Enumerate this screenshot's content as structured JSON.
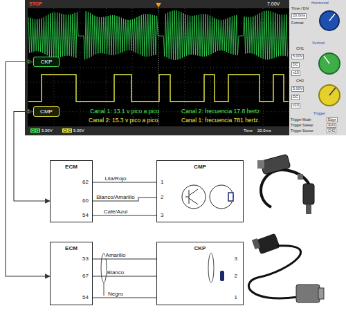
{
  "diagram": {
    "nodes": [
      {
        "text": [
          "CKP"
        ]
      },
      {
        "text": [
          "CMP"
        ]
      },
      {
        "text": [
          "ECM",
          "62",
          "60",
          "54"
        ]
      },
      {
        "text": [
          "CMP",
          "1",
          "2",
          "3"
        ]
      },
      {
        "text": [
          "ECM",
          "53",
          "67",
          "54"
        ]
      },
      {
        "text": [
          "CKP",
          "3",
          "2",
          "1"
        ]
      }
    ],
    "edges": [
      {
        "from": 2,
        "to": 3,
        "label": "Lila/Rojo",
        "arrow": "none"
      },
      {
        "from": 2,
        "to": 3,
        "label": "Blanco/Amarillo",
        "arrow": "none"
      },
      {
        "from": 2,
        "to": 3,
        "label": "Café/Azul",
        "arrow": "none"
      },
      {
        "from": 4,
        "to": 5,
        "label": "Amarillo",
        "arrow": "none"
      },
      {
        "from": 4,
        "to": 5,
        "label": "Blanco",
        "arrow": "none"
      },
      {
        "from": 4,
        "to": 5,
        "label": "Negro",
        "arrow": "none"
      },
      {
        "from": 1,
        "to": 2,
        "arrow": "both"
      },
      {
        "from": 0,
        "to": 4,
        "arrow": "both"
      }
    ],
    "labels": [
      "STOP",
      "7.00V",
      "Canal 1: 13.1 v pico a pico",
      "Canal 2: 15.3 v pico a pico.",
      "Canal 2: frecuencia 17.8 hertz",
      "Canal 1: frecuencia 781 hertz.",
      "CH1",
      "5.00V",
      "CH2",
      "5.00V",
      "Time",
      "20.0ms",
      "Horizontal",
      "Time / DIV",
      "20.0ms",
      "Format",
      "Vertical",
      "CH1",
      "5.00V",
      "DC",
      "x10",
      "CH2",
      "5.00V",
      "DC",
      "x10",
      "Trigger",
      "Trigger Mode",
      "Edge",
      "Trigger Sweep",
      "Auto",
      "Trigger Source",
      "CH2"
    ]
  }
}
